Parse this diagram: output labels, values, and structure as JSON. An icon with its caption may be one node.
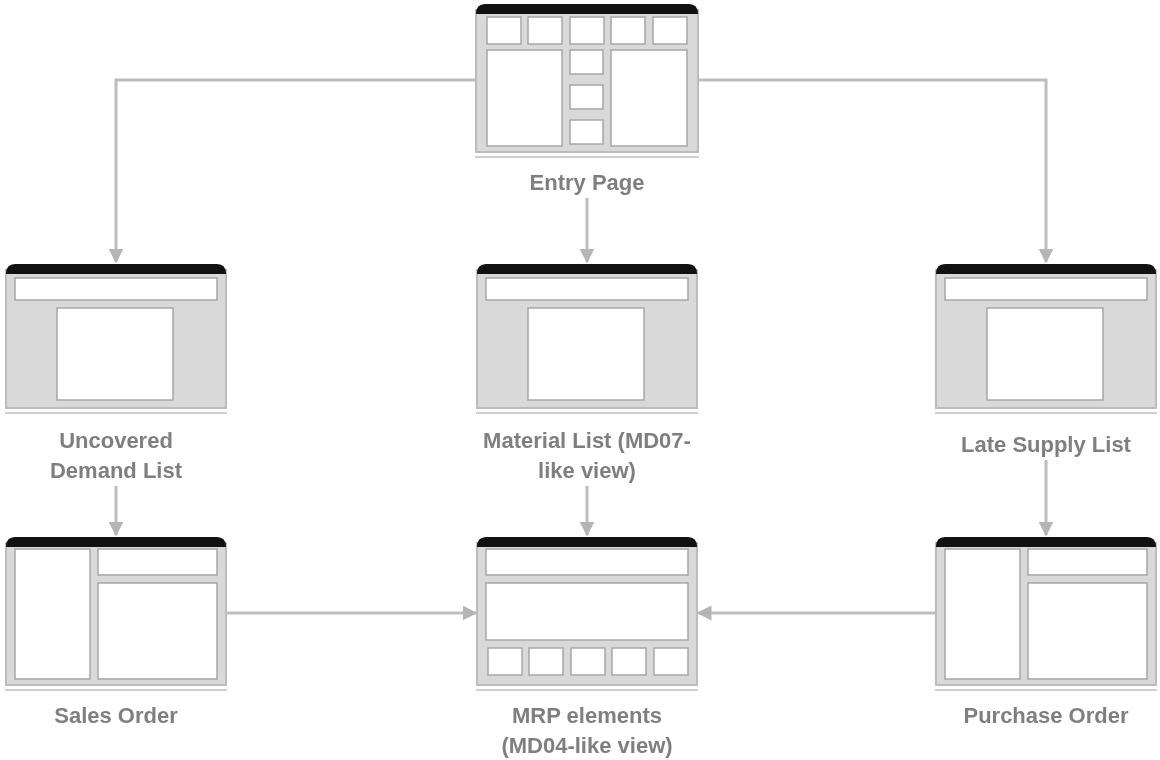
{
  "diagram": {
    "nodes": [
      {
        "text": [
          "Entry Page"
        ]
      },
      {
        "text": [
          "Uncovered Demand List"
        ]
      },
      {
        "text": [
          "Material List (MD07-like view)"
        ]
      },
      {
        "text": [
          "Late Supply List"
        ]
      },
      {
        "text": [
          "Sales Order"
        ]
      },
      {
        "text": [
          "MRP elements (MD04-like view)"
        ]
      },
      {
        "text": [
          "Purchase Order"
        ]
      }
    ],
    "edges": [
      {
        "from": 0,
        "to": 1,
        "arrow": "to"
      },
      {
        "from": 0,
        "to": 2,
        "arrow": "to"
      },
      {
        "from": 0,
        "to": 3,
        "arrow": "to"
      },
      {
        "from": 1,
        "to": 4,
        "arrow": "to"
      },
      {
        "from": 2,
        "to": 5,
        "arrow": "to"
      },
      {
        "from": 3,
        "to": 6,
        "arrow": "to"
      },
      {
        "from": 4,
        "to": 5,
        "arrow": "to"
      },
      {
        "from": 6,
        "to": 5,
        "arrow": "to"
      }
    ]
  }
}
